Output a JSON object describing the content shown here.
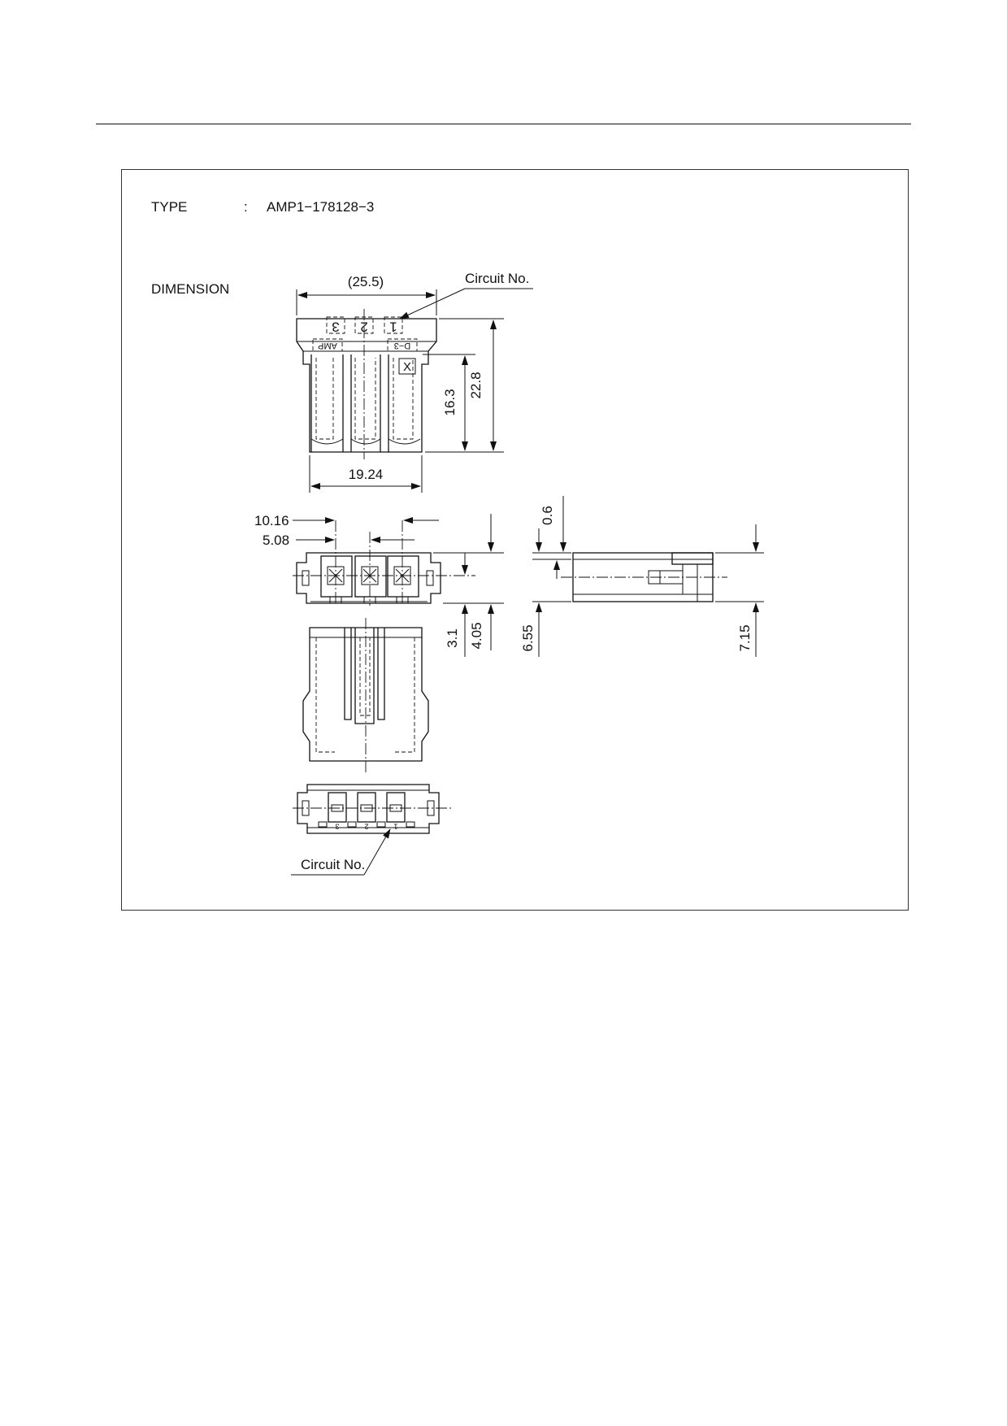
{
  "spec": {
    "type_label": "TYPE",
    "separator": ":",
    "type_value": "AMP1−178128−3",
    "dimension_label": "DIMENSION"
  },
  "drawing": {
    "circuit_no_top": "Circuit No.",
    "circuit_no_bottom": "Circuit No.",
    "dims": {
      "overall_width": "(25.5)",
      "body_width": "19.24",
      "height_total": "22.8",
      "height_lower": "16.3",
      "pitch_double": "10.16",
      "pitch": "5.08",
      "d_3_1": "3.1",
      "d_4_05": "4.05",
      "d_6_55": "6.55",
      "d_0_6": "0.6",
      "d_7_15": "7.15"
    },
    "circuit_numbers": [
      "3",
      "2",
      "1"
    ],
    "marking_left": "AMP",
    "marking_right": "D−3",
    "mark_x": "X"
  }
}
